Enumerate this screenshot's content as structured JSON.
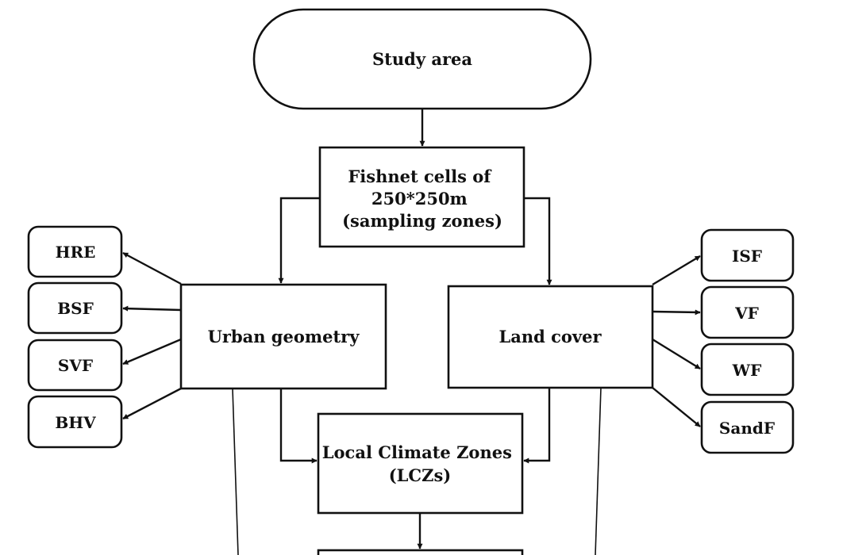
{
  "nodes": {
    "study_area": {
      "lines": [
        "Study area"
      ]
    },
    "fishnet": {
      "lines": [
        "Fishnet cells of",
        "250*250m",
        "(sampling zones)"
      ]
    },
    "urban_geometry": {
      "lines": [
        "Urban geometry"
      ]
    },
    "land_cover": {
      "lines": [
        "Land cover"
      ]
    },
    "lcz": {
      "lines": [
        "Local Climate Zones",
        "(LCZs)"
      ]
    },
    "hre": {
      "lines": [
        "HRE"
      ]
    },
    "bsf": {
      "lines": [
        "BSF"
      ]
    },
    "svf": {
      "lines": [
        "SVF"
      ]
    },
    "bhv": {
      "lines": [
        "BHV"
      ]
    },
    "isf": {
      "lines": [
        "ISF"
      ]
    },
    "vf": {
      "lines": [
        "VF"
      ]
    },
    "wf": {
      "lines": [
        "WF"
      ]
    },
    "sandf": {
      "lines": [
        "SandF"
      ]
    }
  }
}
